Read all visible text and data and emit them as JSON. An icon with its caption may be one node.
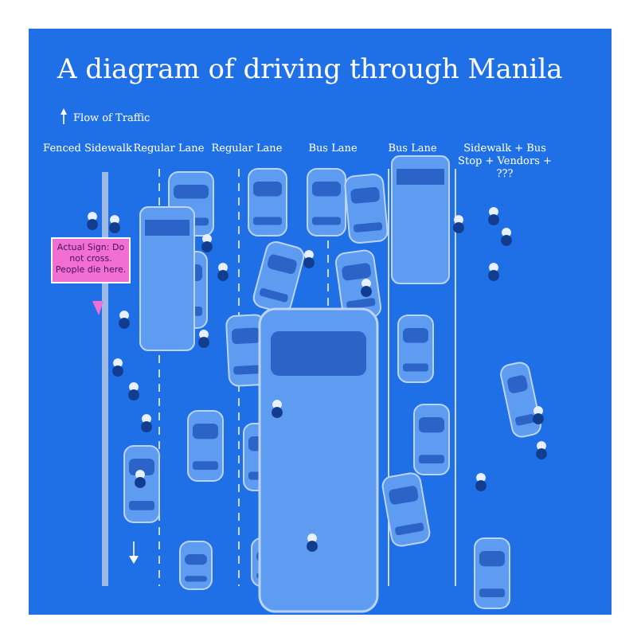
{
  "diagram": {
    "title": "A diagram of driving through Manila",
    "nodes": [
      {
        "text": [
          "Actual Sign: Do not cross. People die here."
        ]
      }
    ],
    "labels": [
      "Flow of Traffic",
      "Fenced Sidewalk",
      "Regular Lane",
      "Regular Lane",
      "Bus Lane",
      "Bus Lane",
      "Sidewalk + Bus Stop + Vendors + ???"
    ]
  }
}
